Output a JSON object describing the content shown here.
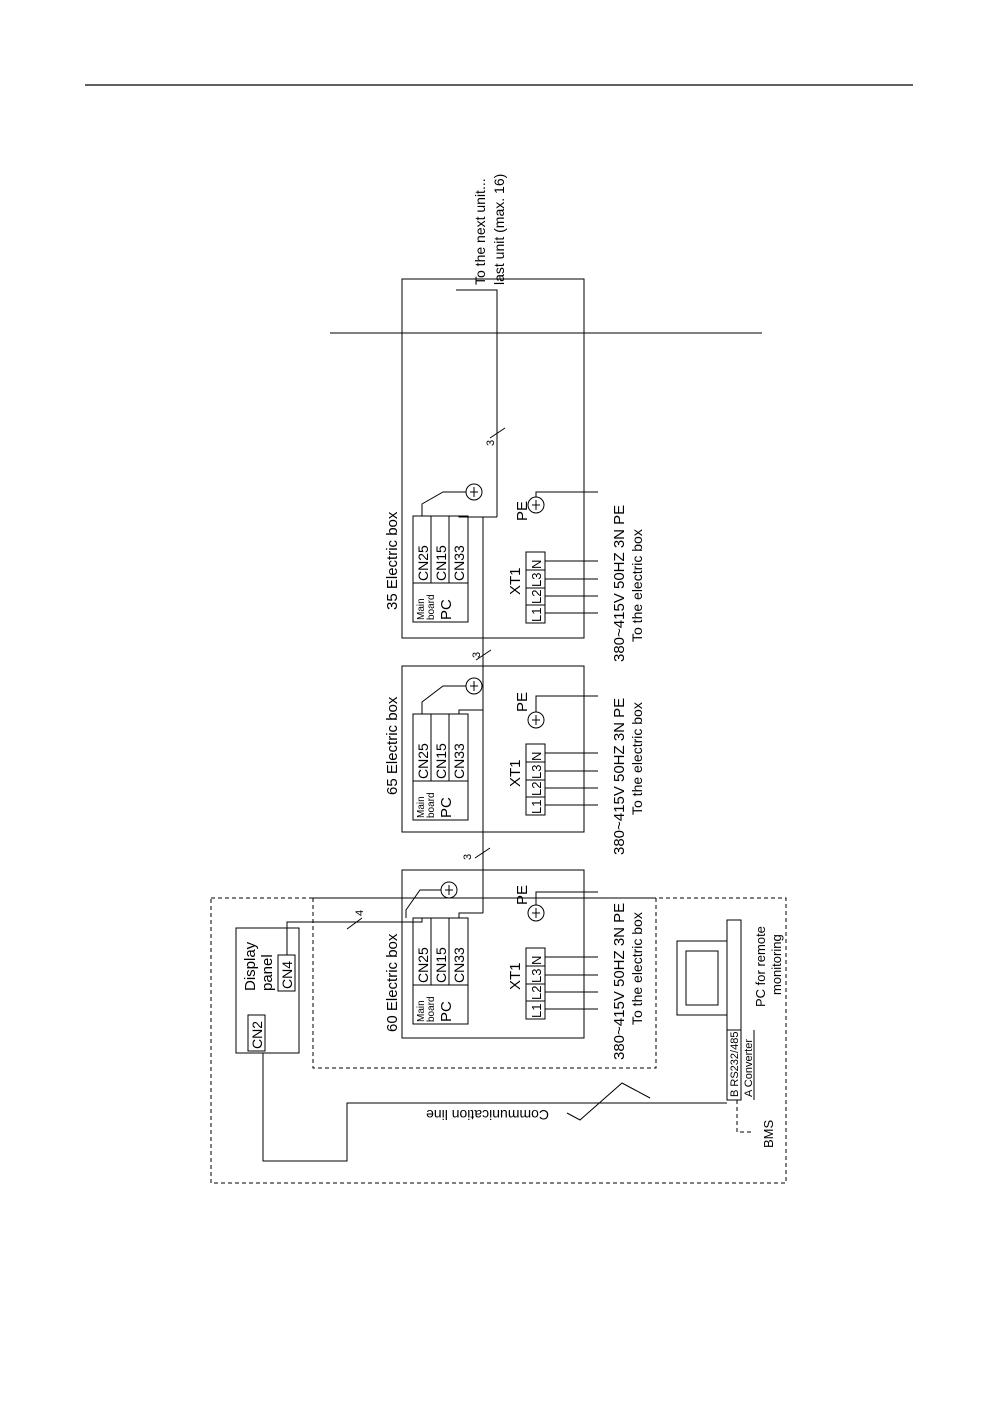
{
  "diagram": {
    "next_unit_line1": "To  the next unit...",
    "next_unit_line2": "last unit (max. 16)",
    "wire_count_3": "3",
    "wire_count_4": "4",
    "units": [
      {
        "title": "35 Electric box",
        "main_board_line1": "Main",
        "main_board_line2": "board",
        "pc": "PC",
        "cn25": "CN25",
        "cn15": "CN15",
        "cn33": "CN33",
        "xt1": "XT1",
        "terminals": [
          "L1",
          "L2",
          "L3",
          "N"
        ],
        "pe": "PE",
        "power_line1": "380~415V  50HZ  3N PE",
        "power_line2": "To the electric box"
      },
      {
        "title": "65 Electric box",
        "main_board_line1": "Main",
        "main_board_line2": "board",
        "pc": "PC",
        "cn25": "CN25",
        "cn15": "CN15",
        "cn33": "CN33",
        "xt1": "XT1",
        "terminals": [
          "L1",
          "L2",
          "L3",
          "N"
        ],
        "pe": "PE",
        "power_line1": "380~415V  50HZ  3N PE",
        "power_line2": "To the electric box"
      },
      {
        "title": "60 Electric box",
        "main_board_line1": "Main",
        "main_board_line2": "board",
        "pc": "PC",
        "cn25": "CN25",
        "cn15": "CN15",
        "cn33": "CN33",
        "xt1": "XT1",
        "terminals": [
          "L1",
          "L2",
          "L3",
          "N"
        ],
        "pe": "PE",
        "power_line1": "380~415V  50HZ  3N   PE",
        "power_line2": "To the electric box"
      }
    ],
    "display_panel_line1": "Display",
    "display_panel_line2": "panel",
    "cn4": "CN4",
    "cn2": "CN2",
    "communication_line": "Communication line",
    "converter_line1": "B  RS232/485",
    "converter_line2": "A  Converter",
    "bms": "BMS",
    "pc_remote_line1": "PC for remote",
    "pc_remote_line2": "monitoring"
  }
}
